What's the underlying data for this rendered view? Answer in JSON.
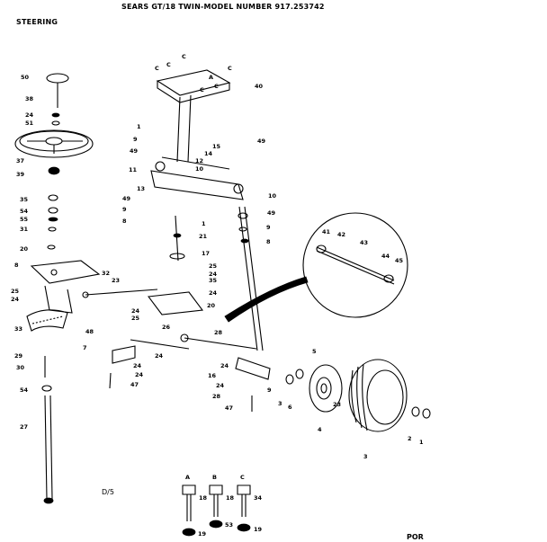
{
  "header": {
    "title": "SEARS GT/18 TWIN-MODEL NUMBER 917.253742",
    "section": "STEERING"
  },
  "footer": {
    "code": "D/5",
    "page_ref": "POR"
  },
  "bolt_callouts": [
    {
      "letter": "A",
      "ref": "18"
    },
    {
      "letter": "B",
      "ref": "18"
    },
    {
      "letter": "C",
      "ref": "34"
    }
  ],
  "hardware_refs": [
    "53",
    "19",
    "19"
  ],
  "inset_refs": [
    "41",
    "42",
    "43",
    "44",
    "45"
  ],
  "column_top_letters": [
    "C",
    "C",
    "C",
    "C",
    "A",
    "C",
    "C"
  ],
  "callouts": [
    "50",
    "38",
    "24",
    "51",
    "37",
    "39",
    "35",
    "54",
    "55",
    "31",
    "20",
    "8",
    "32",
    "25",
    "24",
    "33",
    "29",
    "30",
    "54",
    "27",
    "40",
    "1",
    "9",
    "49",
    "49",
    "11",
    "12",
    "10",
    "14",
    "15",
    "13",
    "49",
    "9",
    "8",
    "1",
    "21",
    "17",
    "25",
    "24",
    "35",
    "24",
    "23",
    "24",
    "25",
    "26",
    "20",
    "48",
    "7",
    "24",
    "24",
    "24",
    "47",
    "10",
    "49",
    "9",
    "8",
    "28",
    "5",
    "24",
    "16",
    "24",
    "28",
    "47",
    "9",
    "3",
    "6",
    "4",
    "2",
    "1",
    "3",
    "23"
  ]
}
